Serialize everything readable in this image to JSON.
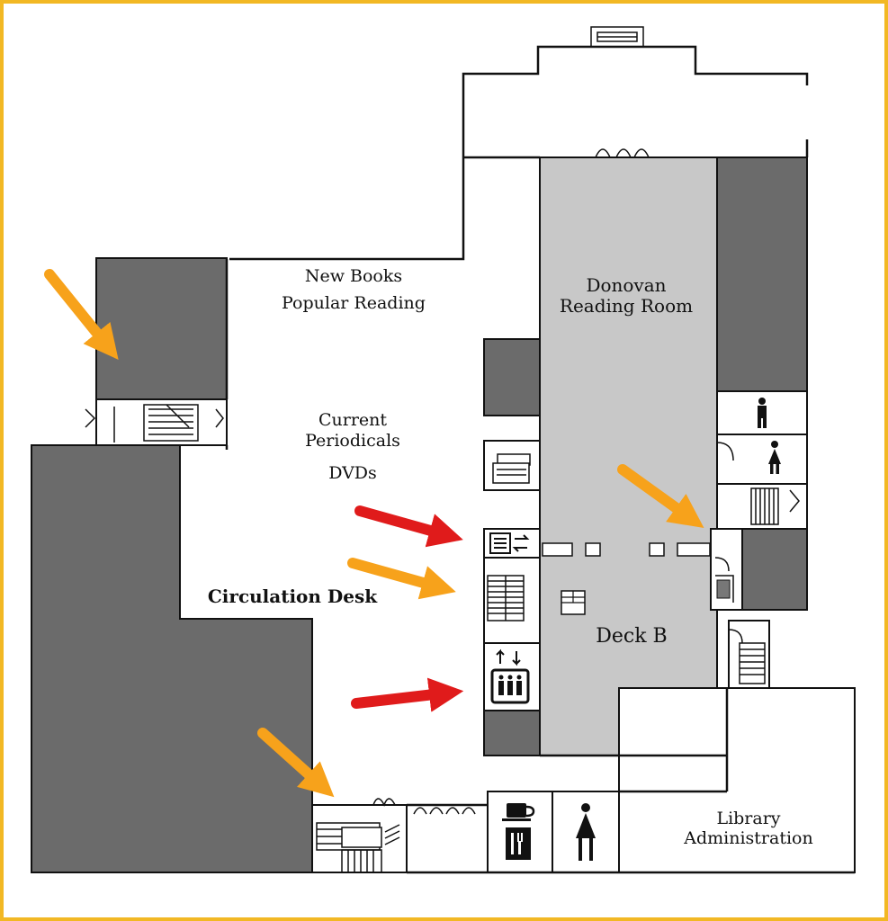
{
  "colors": {
    "frame": "#f2b824",
    "dark_room": "#6b6b6b",
    "light_room": "#c8c8c8",
    "arrow_orange": "#f7a21b",
    "arrow_red": "#e01b1b"
  },
  "labels": {
    "new_books": "New Books",
    "popular_reading": "Popular Reading",
    "donovan": "Donovan",
    "reading_room": "Reading Room",
    "current": "Current",
    "periodicals": "Periodicals",
    "dvds": "DVDs",
    "circulation_desk": "Circulation Desk",
    "deck_b": "Deck B",
    "library": "Library",
    "administration": "Administration"
  },
  "icons": [
    "mens-restroom-icon",
    "womens-restroom-icon",
    "copier-icon",
    "book-drop-icon",
    "elevator-icon",
    "cafe-cup-icon",
    "dining-utensils-icon",
    "womens-restroom-icon"
  ],
  "arrows": [
    {
      "color": "orange",
      "points_to": "northwest-stairwell"
    },
    {
      "color": "orange",
      "points_to": "east-stairwell"
    },
    {
      "color": "red",
      "points_to": "book-drop"
    },
    {
      "color": "orange",
      "points_to": "central-stairwell"
    },
    {
      "color": "red",
      "points_to": "elevator"
    },
    {
      "color": "orange",
      "points_to": "south-stairwell"
    }
  ]
}
